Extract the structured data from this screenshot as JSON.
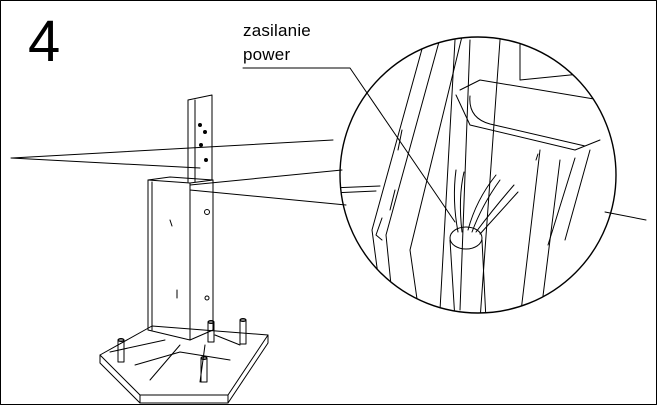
{
  "step": {
    "number": "4"
  },
  "callout": {
    "label_pl": "zasilanie",
    "label_en": "power"
  }
}
